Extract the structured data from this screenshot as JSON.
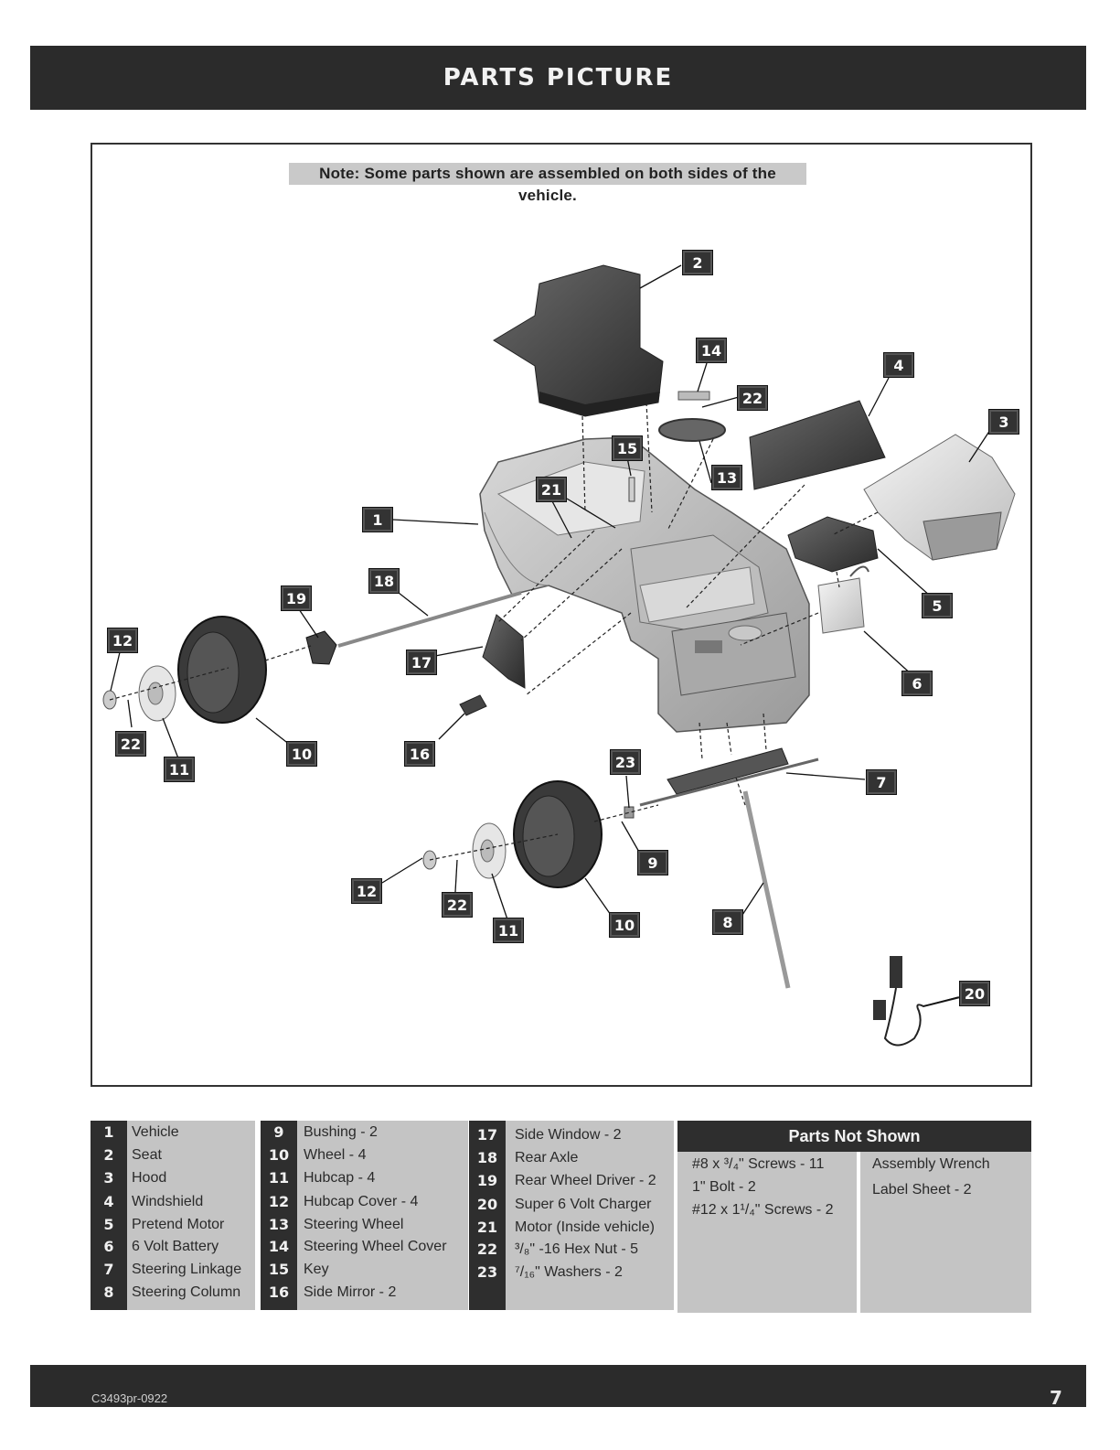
{
  "header": {
    "title": "PARTS PICTURE"
  },
  "note": "Note: Some parts shown are assembled on both sides of the vehicle.",
  "callouts": [
    "1",
    "2",
    "3",
    "4",
    "5",
    "6",
    "7",
    "8",
    "9",
    "10",
    "10",
    "11",
    "11",
    "12",
    "12",
    "13",
    "14",
    "15",
    "16",
    "17",
    "18",
    "19",
    "20",
    "21",
    "22",
    "22",
    "22",
    "23"
  ],
  "parts": [
    {
      "num": "1",
      "name": "Vehicle"
    },
    {
      "num": "2",
      "name": "Seat"
    },
    {
      "num": "3",
      "name": "Hood"
    },
    {
      "num": "4",
      "name": "Windshield"
    },
    {
      "num": "5",
      "name": "Pretend Motor"
    },
    {
      "num": "6",
      "name": "6 Volt Battery"
    },
    {
      "num": "7",
      "name": "Steering Linkage"
    },
    {
      "num": "8",
      "name": "Steering Column"
    },
    {
      "num": "9",
      "name": "Bushing - 2"
    },
    {
      "num": "10",
      "name": "Wheel - 4"
    },
    {
      "num": "11",
      "name": "Hubcap - 4"
    },
    {
      "num": "12",
      "name": "Hubcap Cover - 4"
    },
    {
      "num": "13",
      "name": "Steering Wheel"
    },
    {
      "num": "14",
      "name": "Steering Wheel Cover"
    },
    {
      "num": "15",
      "name": "Key"
    },
    {
      "num": "16",
      "name": "Side Mirror - 2"
    },
    {
      "num": "17",
      "name": "Side Window - 2"
    },
    {
      "num": "18",
      "name": "Rear Axle"
    },
    {
      "num": "19",
      "name": "Rear Wheel Driver - 2"
    },
    {
      "num": "20",
      "name": "Super 6 Volt Charger"
    },
    {
      "num": "21",
      "name": "Motor (Inside vehicle)"
    },
    {
      "num": "22",
      "name": "³/₈\" -16 Hex Nut - 5"
    },
    {
      "num": "23",
      "name": "⁷/₁₆\" Washers - 2"
    }
  ],
  "parts_not_shown": {
    "title": "Parts Not Shown",
    "left": [
      "#8 x ³/₄\" Screws - 11",
      "1\" Bolt - 2",
      "#12 x 1¹/₄\" Screws - 2"
    ],
    "right": [
      "Assembly Wrench",
      "Label Sheet - 2"
    ]
  },
  "footer": {
    "code": "C3493pr-0922",
    "page": "7"
  }
}
